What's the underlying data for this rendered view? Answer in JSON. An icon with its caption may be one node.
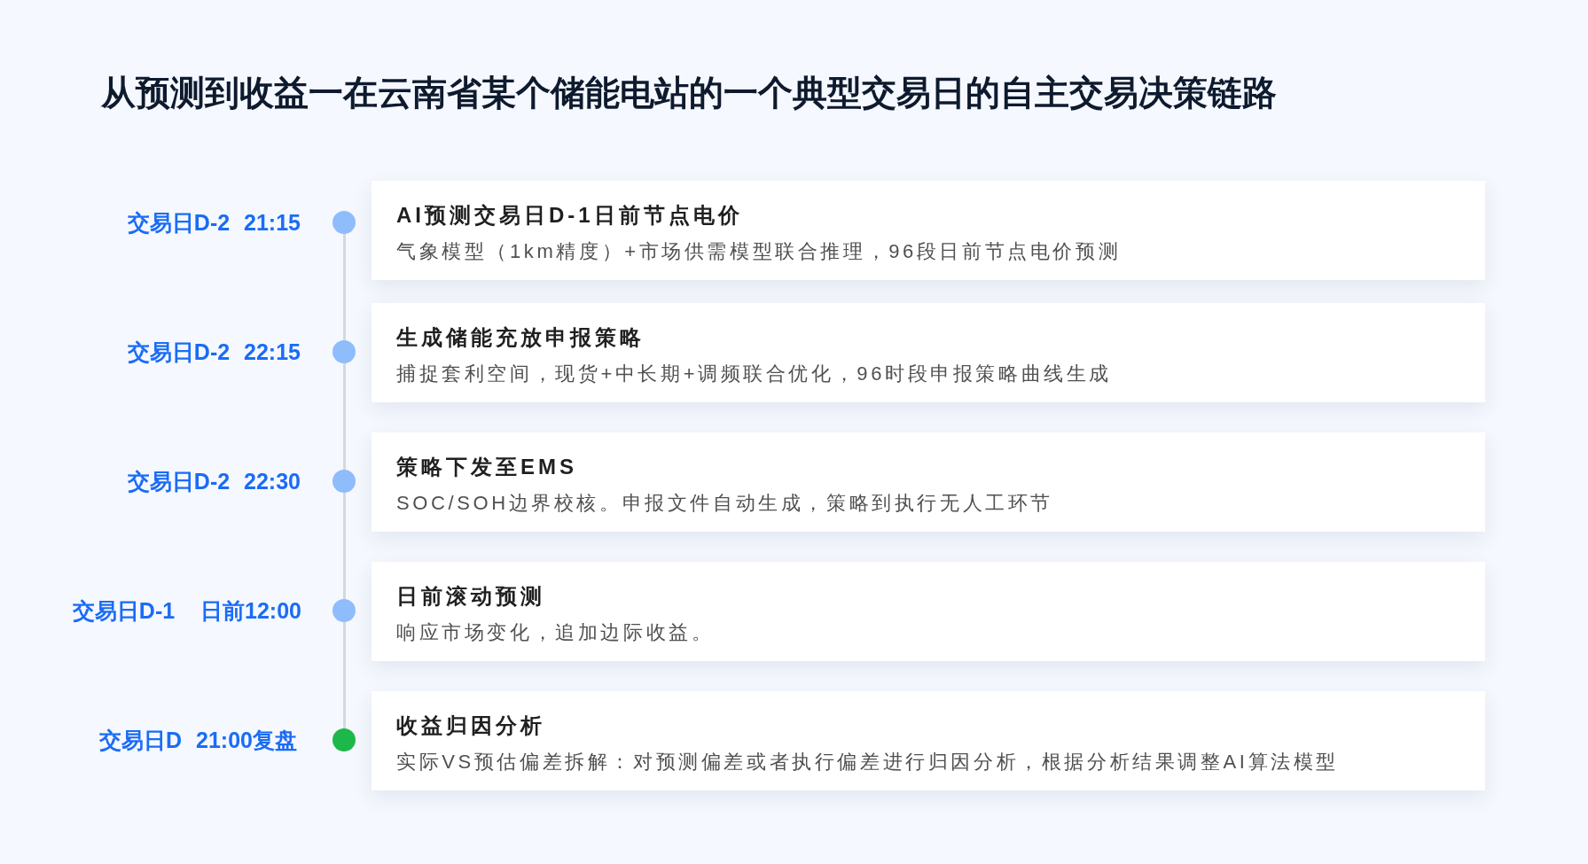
{
  "diagram": {
    "title": "从预测到收益一在云南省某个储能电站的一个典型交易日的自主交易决策链路",
    "nodes": [
      {
        "text": [
          "AI预测交易日D-1日前节点电价",
          "气象模型（1km精度）+市场供需模型联合推理，96段日前节点电价预测"
        ],
        "beside": [
          "交易日D-2 21:15"
        ]
      },
      {
        "text": [
          "生成储能充放申报策略",
          "捕捉套利空间，现货+中长期+调频联合优化，96时段申报策略曲线生成"
        ],
        "beside": [
          "交易日D-2 22:15"
        ]
      },
      {
        "text": [
          "策略下发至EMS",
          "SOC/SOH边界校核。申报文件自动生成，策略到执行无人工环节"
        ],
        "beside": [
          "交易日D-2 22:30"
        ]
      },
      {
        "text": [
          "日前滚动预测",
          "响应市场变化，追加边际收益。"
        ],
        "beside": [
          "交易日D-1 日前12:00"
        ]
      },
      {
        "text": [
          "收益归因分析",
          "实际VS预估偏差拆解：对预测偏差或者执行偏差进行归因分析，根据分析结果调整AI算法模型"
        ],
        "beside": [
          "交易日D 21:00复盘"
        ]
      }
    ]
  }
}
